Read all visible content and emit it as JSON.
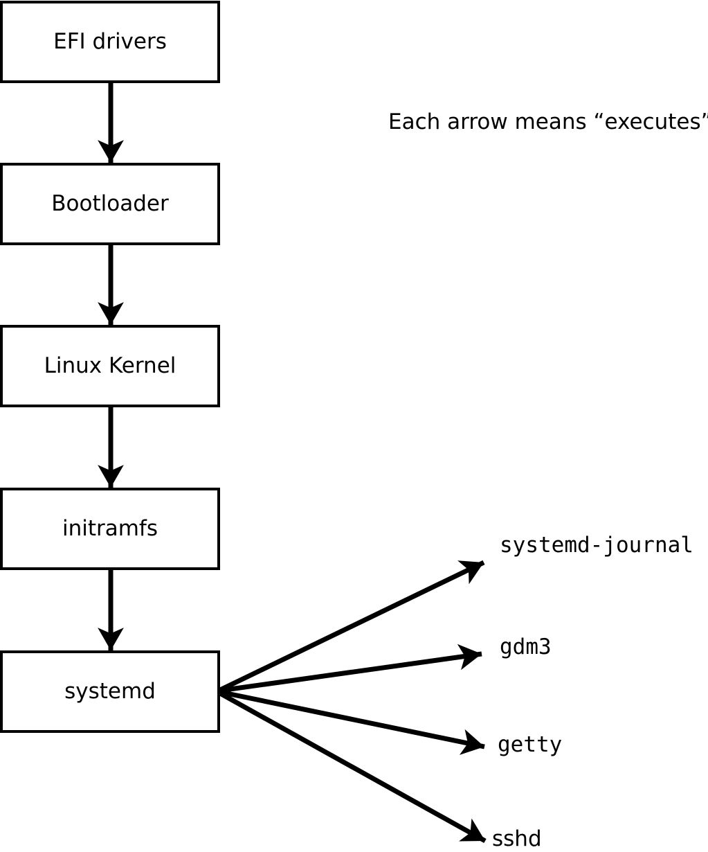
{
  "annotation": "Each arrow means “executes”.",
  "chain": [
    {
      "label": "EFI drivers"
    },
    {
      "label": "Bootloader"
    },
    {
      "label": "Linux Kernel"
    },
    {
      "label": "initramfs"
    },
    {
      "label": "systemd"
    }
  ],
  "targets": [
    {
      "label": "systemd-journal"
    },
    {
      "label": "gdm3"
    },
    {
      "label": "getty"
    },
    {
      "label": "sshd"
    }
  ],
  "edges": [
    {
      "from": "EFI drivers",
      "to": "Bootloader"
    },
    {
      "from": "Bootloader",
      "to": "Linux Kernel"
    },
    {
      "from": "Linux Kernel",
      "to": "initramfs"
    },
    {
      "from": "initramfs",
      "to": "systemd"
    },
    {
      "from": "systemd",
      "to": "systemd-journal"
    },
    {
      "from": "systemd",
      "to": "gdm3"
    },
    {
      "from": "systemd",
      "to": "getty"
    },
    {
      "from": "systemd",
      "to": "sshd"
    }
  ],
  "arrow_meaning": "executes",
  "colors": {
    "ink": "#000000",
    "background": "#ffffff",
    "box_fill": "#ffffff"
  }
}
